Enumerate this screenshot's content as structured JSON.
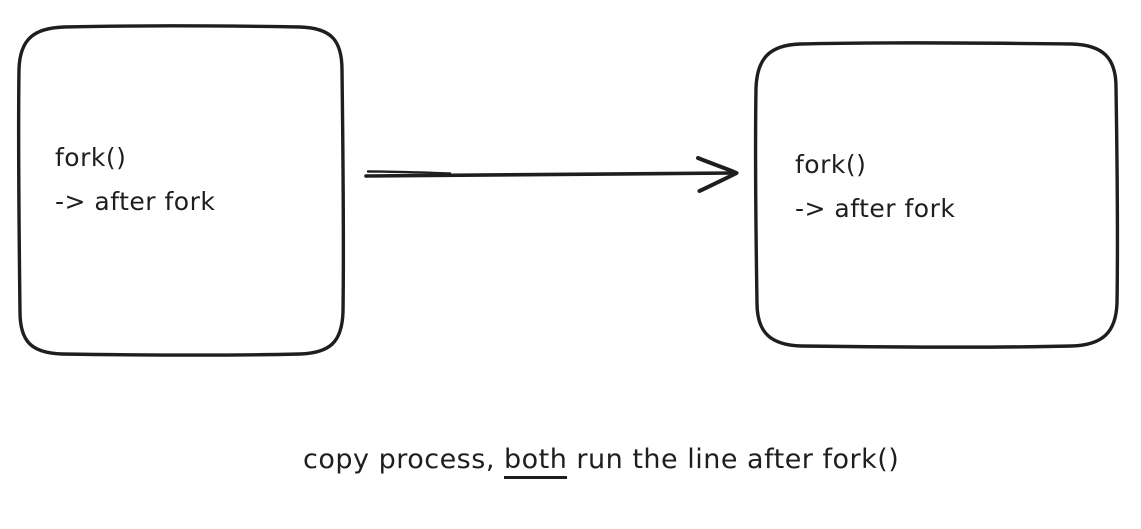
{
  "diagram": {
    "colors": {
      "background": "#ffffff",
      "stroke": "#1e1e1e"
    },
    "boxes": {
      "left": {
        "line1": "fork()",
        "line2": "-> after fork"
      },
      "right": {
        "line1": "fork()",
        "line2": "-> after fork"
      }
    },
    "icons": {
      "arrow": "arrow-right-icon"
    },
    "caption": {
      "prefix": "copy process, ",
      "underlined": "both",
      "suffix": " run the line after fork()"
    }
  }
}
